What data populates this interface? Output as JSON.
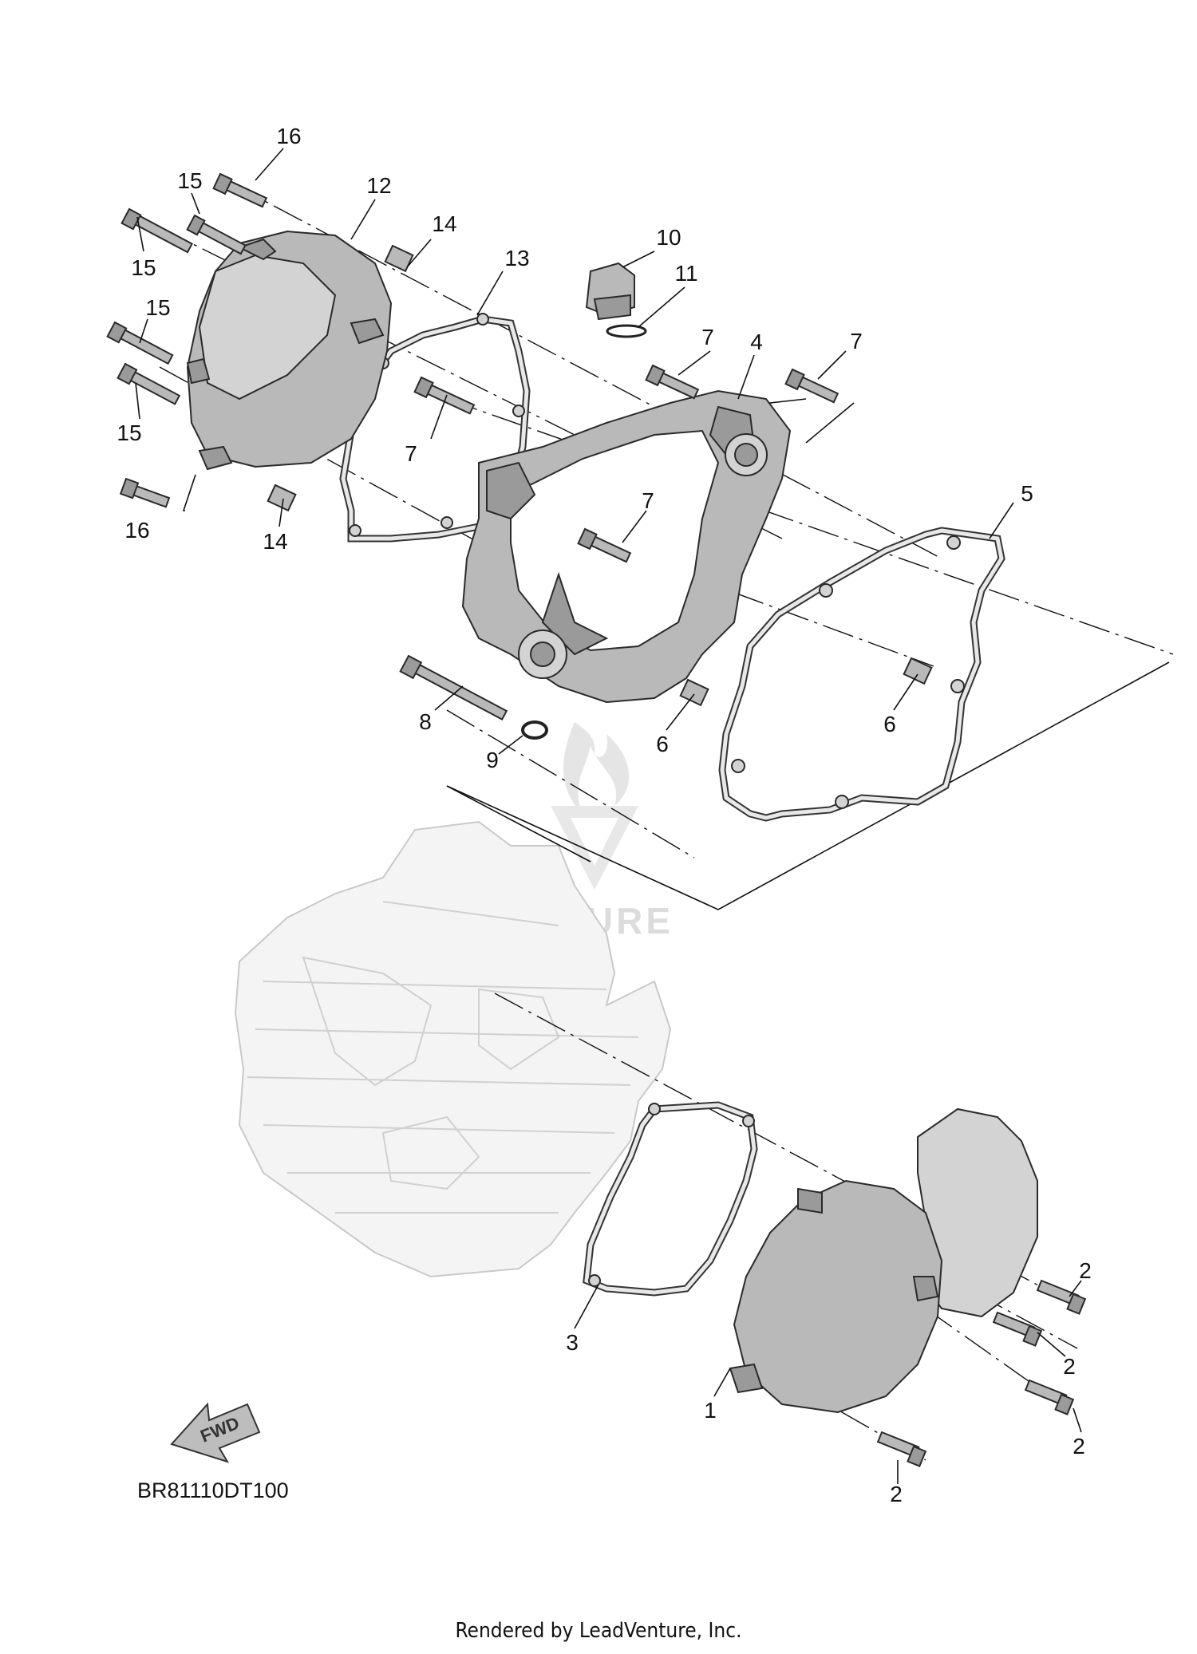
{
  "diagram": {
    "code": "BR81110DT100",
    "credit": "Rendered by LeadVenture, Inc.",
    "direction_label": "FWD",
    "watermark": "LEADVENTURE",
    "callouts": [
      "16",
      "15",
      "12",
      "14",
      "13",
      "10",
      "11",
      "15",
      "15",
      "15",
      "7",
      "7",
      "4",
      "7",
      "16",
      "14",
      "7",
      "5",
      "8",
      "9",
      "6",
      "6",
      "3",
      "2",
      "2",
      "2",
      "2",
      "1"
    ]
  }
}
